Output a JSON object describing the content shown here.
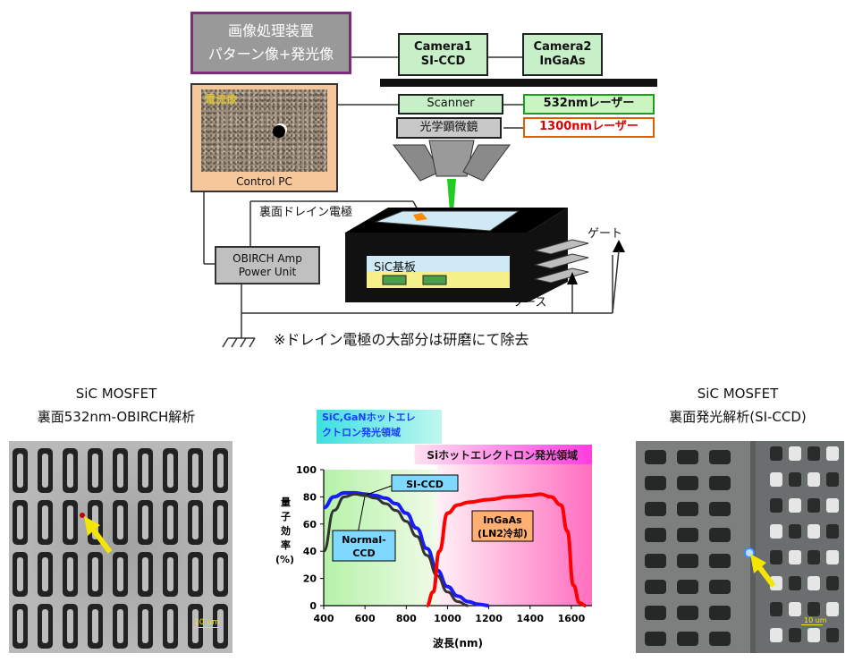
{
  "system": {
    "image_processor": {
      "line1": "画像処理装置",
      "line2": "パターン像+発光像"
    },
    "camera1": {
      "line1": "Camera1",
      "line2": "SI-CCD"
    },
    "camera2": {
      "line1": "Camera2",
      "line2": "InGaAs"
    },
    "scanner": "Scanner",
    "microscope": "光学顕微鏡",
    "laser_532": "532nmレーザー",
    "laser_1300": "1300nmレーザー",
    "pc_screen_label": "電流像",
    "control_pc": "Control PC",
    "amp": {
      "line1": "OBIRCH Amp",
      "line2": "Power Unit"
    },
    "drain_label": "裏面ドレイン電極",
    "substrate_label": "SiC基板",
    "gate_label": "ゲート",
    "source_label": "ソース",
    "note": "※ドレイン電極の大部分は研磨にて除去"
  },
  "left_caption": {
    "line1": "SiC MOSFET",
    "line2": "裏面532nm-OBIRCH解析"
  },
  "right_caption": {
    "line1": "SiC MOSFET",
    "line2": "裏面発光解析(SI-CCD)"
  },
  "left_scalebar": "10 um",
  "right_scalebar": "10 um",
  "colors": {
    "image_processor_border": "#7a2c7a",
    "camera_fill": "#c8f0c8",
    "laser532_fill": "#c8f5c0",
    "laser1300_text": "#e00000",
    "pc_fill": "#f5c79a",
    "curve_si_ccd": "#1a1aff",
    "curve_normal_ccd": "#333333",
    "curve_ingaas": "#ff0000",
    "arrow": "#f5e600"
  },
  "chart_data": {
    "type": "line",
    "xlabel": "波長(nm)",
    "ylabel": "量子効率(%)",
    "xlim": [
      400,
      1700
    ],
    "ylim": [
      0,
      100
    ],
    "xticks": [
      400,
      600,
      800,
      1000,
      1200,
      1400,
      1600
    ],
    "yticks": [
      0,
      20,
      40,
      60,
      80,
      100
    ],
    "x_tick_labels": [
      "400",
      "600",
      "800",
      "1000",
      "1200",
      "1400",
      "1600"
    ],
    "y_tick_labels": [
      "0",
      "20",
      "40",
      "60",
      "80",
      "100"
    ],
    "region_labels": {
      "sic_gan_line1": "SiC,GaNホットエレ",
      "sic_gan_line2": "クトロン発光領域",
      "si": "Siホットエレクトロン発光領域"
    },
    "series": [
      {
        "name": "SI-CCD",
        "x": [
          400,
          450,
          500,
          550,
          600,
          650,
          700,
          750,
          800,
          850,
          900,
          950,
          1000,
          1050,
          1100,
          1150,
          1200
        ],
        "y": [
          72,
          80,
          83,
          83,
          82,
          81,
          79,
          75,
          68,
          57,
          42,
          26,
          14,
          7,
          3,
          1,
          0
        ]
      },
      {
        "name": "Normal-CCD",
        "x": [
          400,
          450,
          500,
          550,
          600,
          650,
          700,
          750,
          800,
          850,
          900,
          950,
          1000,
          1050,
          1100
        ],
        "y": [
          40,
          70,
          80,
          82,
          81,
          79,
          75,
          70,
          62,
          51,
          37,
          22,
          10,
          3,
          0
        ]
      },
      {
        "name": "InGaAs\n(LN2冷却)",
        "x": [
          900,
          930,
          960,
          1000,
          1050,
          1100,
          1200,
          1300,
          1400,
          1450,
          1500,
          1550,
          1580,
          1610,
          1640,
          1670
        ],
        "y": [
          0,
          10,
          40,
          68,
          74,
          76,
          78,
          80,
          81,
          82,
          80,
          74,
          55,
          15,
          2,
          0
        ]
      }
    ],
    "labels": {
      "si_ccd": "SI-CCD",
      "normal_line1": "Normal-",
      "normal_line2": "CCD",
      "ingaas_line1": "InGaAs",
      "ingaas_line2": "(LN2冷却)"
    }
  }
}
